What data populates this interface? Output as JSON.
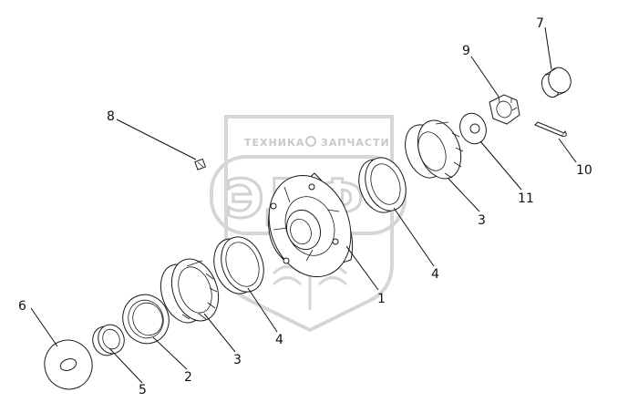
{
  "watermark": {
    "top_text_left": "ТЕХНИКА",
    "top_text_right": "ЗАПЧАСТИ",
    "big_text": "ЭДФ"
  },
  "callouts": [
    {
      "id": "c1",
      "label": "1"
    },
    {
      "id": "c2",
      "label": "2"
    },
    {
      "id": "c3a",
      "label": "3"
    },
    {
      "id": "c3b",
      "label": "3"
    },
    {
      "id": "c4a",
      "label": "4"
    },
    {
      "id": "c4b",
      "label": "4"
    },
    {
      "id": "c5",
      "label": "5"
    },
    {
      "id": "c6",
      "label": "6"
    },
    {
      "id": "c7",
      "label": "7"
    },
    {
      "id": "c8",
      "label": "8"
    },
    {
      "id": "c9",
      "label": "9"
    },
    {
      "id": "c10",
      "label": "10"
    },
    {
      "id": "c11",
      "label": "11"
    }
  ]
}
